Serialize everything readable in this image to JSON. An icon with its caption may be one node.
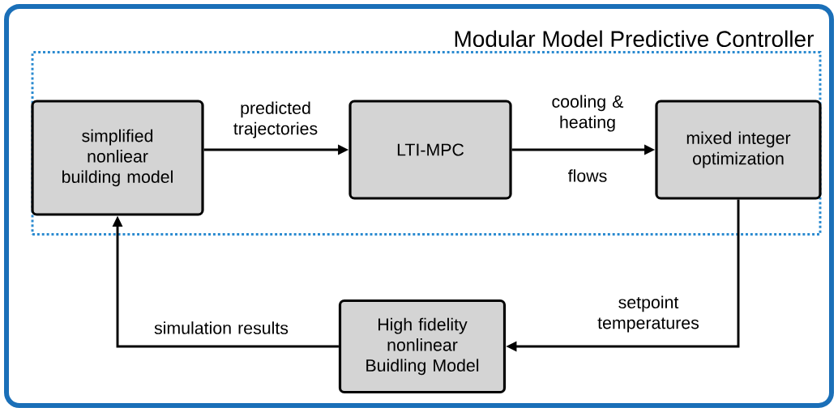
{
  "diagram": {
    "nodes": [
      {
        "text": [
          "Modular Model Predictive Controller"
        ]
      },
      {
        "text": [
          "simplified nonliear building model"
        ],
        "in": 0
      },
      {
        "text": [
          "LTI-MPC"
        ],
        "in": 0
      },
      {
        "text": [
          "mixed integer optimization"
        ],
        "in": 0
      },
      {
        "text": [
          "High fidelity nonlinear Buidling Model"
        ]
      }
    ],
    "edges": [
      {
        "from": 1,
        "to": 2,
        "arrow": "to",
        "label": "predicted trajectories"
      },
      {
        "from": 2,
        "to": 3,
        "arrow": "to",
        "label": "cooling & heating"
      },
      {
        "from": 3,
        "to": 4,
        "arrow": "to",
        "label": "setpoint temperatures"
      },
      {
        "from": 4,
        "to": 1,
        "arrow": "to",
        "label": "simulation results"
      }
    ],
    "labels": [
      "flows"
    ]
  }
}
